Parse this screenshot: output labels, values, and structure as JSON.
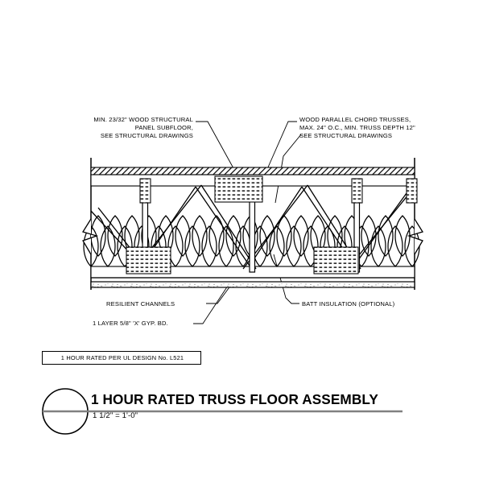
{
  "sheet": {
    "background_color": "#ffffff",
    "line_color": "#000000",
    "rule_color": "#808080"
  },
  "annotations": {
    "subfloor": {
      "name": "subfloor-note",
      "lines": [
        "MIN. 23/32\" WOOD STRUCTURAL",
        "PANEL SUBFLOOR,",
        "SEE STRUCTURAL DRAWINGS"
      ],
      "text": "MIN. 23/32\" WOOD STRUCTURAL\nPANEL SUBFLOOR,\nSEE STRUCTURAL DRAWINGS",
      "align": "right"
    },
    "trusses": {
      "name": "trusses-note",
      "lines": [
        "WOOD PARALLEL CHORD TRUSSES,",
        "MAX. 24\" O.C., MIN. TRUSS DEPTH 12\"",
        "SEE STRUCTURAL DRAWINGS"
      ],
      "text": "WOOD PARALLEL CHORD TRUSSES,\nMAX. 24\" O.C., MIN. TRUSS DEPTH 12\"\nSEE STRUCTURAL DRAWINGS",
      "align": "left"
    },
    "resilient_channels": {
      "name": "resilient-channels-note",
      "text": "RESILIENT CHANNELS",
      "align": "left"
    },
    "gypsum_board": {
      "name": "gypsum-board-note",
      "text": "1 LAYER 5/8\" 'X' GYP. BD.",
      "align": "left"
    },
    "batt_insulation": {
      "name": "batt-insulation-note",
      "text": "BATT INSULATION (OPTIONAL)",
      "align": "left"
    }
  },
  "ul_rating": {
    "label": "1 HOUR RATED PER UL DESIGN No. L521"
  },
  "title_block": {
    "detail_bubble": "",
    "title": "1 HOUR RATED TRUSS FLOOR ASSEMBLY",
    "scale": "1 1/2\" = 1'-0\""
  },
  "detail_layers": {
    "subfloor": "wood structural panel subfloor",
    "top_chord": "truss top chord",
    "bottom_chord": "truss bottom chord",
    "webs": "truss diagonal and vertical webs",
    "gusset_plates": "metal connector plates",
    "insulation": "batt insulation",
    "resilient_channel": "resilient channel",
    "gypsum": "5/8 inch type X gypsum board"
  }
}
